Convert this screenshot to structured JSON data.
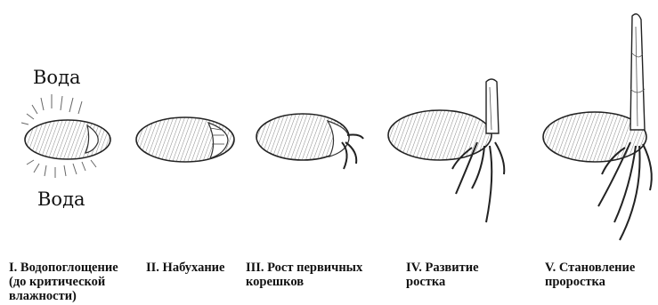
{
  "water_top": "Вода",
  "water_bottom": "Вода",
  "stages": [
    {
      "label": "I. Водопоглощение\n(до критической\nвлажности)"
    },
    {
      "label": "II. Набухание"
    },
    {
      "label": "III. Рост первичных\nкорешков"
    },
    {
      "label": "IV. Развитие\nростка"
    },
    {
      "label": "V. Становление\nпроростка"
    }
  ]
}
